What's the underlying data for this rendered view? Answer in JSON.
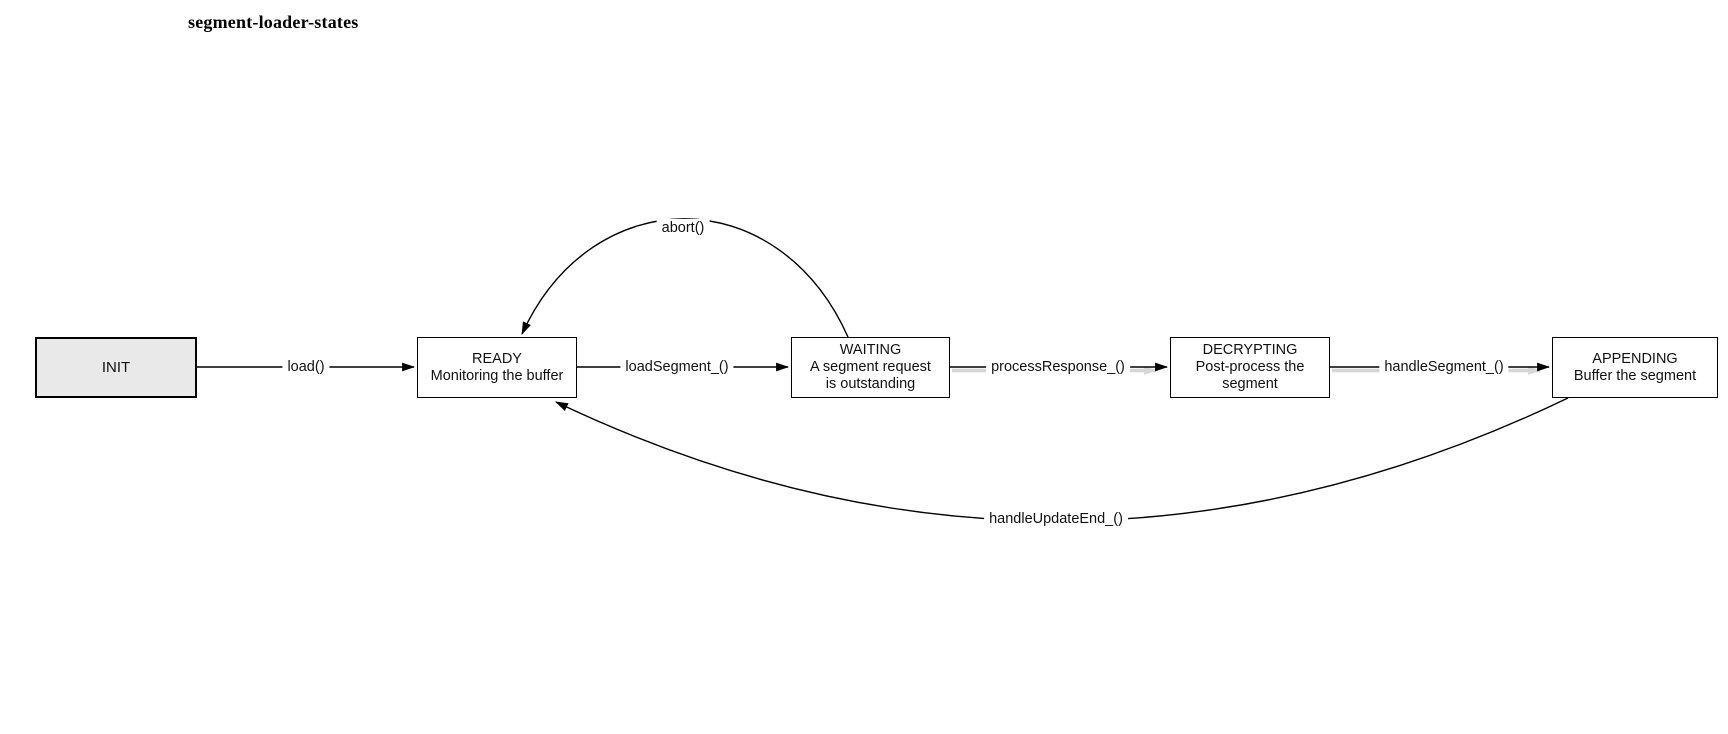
{
  "title": "segment-loader-states",
  "colors": {
    "background": "#ffffff",
    "line": "#000000",
    "init_fill": "#e9e9e9",
    "box_fill": "#ffffff",
    "edge_shadow": "#d6d6d6",
    "text": "#111111"
  },
  "nodes": {
    "init": {
      "title": "INIT"
    },
    "ready": {
      "title": "READY",
      "line1": "Monitoring the buffer"
    },
    "waiting": {
      "title": "WAITING",
      "line1": "A segment request",
      "line2": "is outstanding"
    },
    "decrypting": {
      "title": "DECRYPTING",
      "line1": "Post-process the",
      "line2": "segment"
    },
    "appending": {
      "title": "APPENDING",
      "line1": "Buffer the segment"
    }
  },
  "edges": {
    "load": {
      "label": "load()",
      "from": "INIT",
      "to": "READY"
    },
    "load_segment": {
      "label": "loadSegment_()",
      "from": "READY",
      "to": "WAITING"
    },
    "process_response": {
      "label": "processResponse_()",
      "from": "WAITING",
      "to": "DECRYPTING"
    },
    "handle_segment": {
      "label": "handleSegment_()",
      "from": "DECRYPTING",
      "to": "APPENDING"
    },
    "abort": {
      "label": "abort()",
      "from": "WAITING",
      "to": "READY"
    },
    "handle_update_end": {
      "label": "handleUpdateEnd_()",
      "from": "APPENDING",
      "to": "READY"
    }
  }
}
